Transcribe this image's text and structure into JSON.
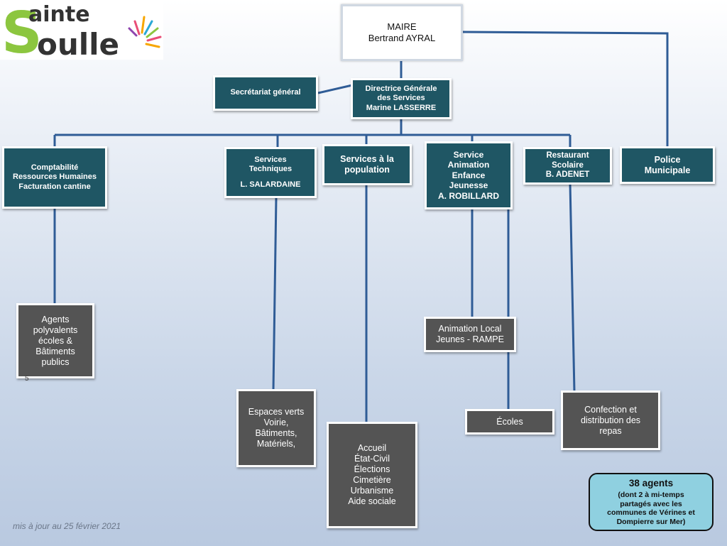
{
  "logo": {
    "prefix_letter": "S",
    "text_top": "ainte",
    "text_bottom": "oulle"
  },
  "maire": {
    "title": "MAIRE",
    "name": "Bertrand AYRAL"
  },
  "secretariat": {
    "label": "Secrétariat général"
  },
  "dgs": {
    "line1": "Directrice Générale",
    "line2": "des Services",
    "line3": "Marine LASSERRE"
  },
  "comptabilite": {
    "line1": "Comptabilité",
    "line2": "Ressources Humaines",
    "line3": "Facturation cantine"
  },
  "services_techniques": {
    "line1": "Services",
    "line2": "Techniques",
    "line3": "L. SALARDAINE"
  },
  "services_population": {
    "line1": "Services à la",
    "line2": "population"
  },
  "animation": {
    "line1": "Service",
    "line2": "Animation",
    "line3": "Enfance",
    "line4": "Jeunesse",
    "line5": "A. ROBILLARD"
  },
  "restaurant": {
    "line1": "Restaurant",
    "line2": "Scolaire",
    "line3": "B. ADENET"
  },
  "police": {
    "line1": "Police",
    "line2": "Municipale"
  },
  "agents_polyvalents": {
    "line1": "Agents",
    "line2": "polyvalents",
    "line3": "écoles &",
    "line4": "Bâtiments",
    "line5": "publics"
  },
  "espaces_verts": {
    "line1": "Espaces verts",
    "line2": "Voirie,",
    "line3": "Bâtiments,",
    "line4": "Matériels,"
  },
  "accueil": {
    "line1": "Accueil",
    "line2": "État-Civil",
    "line3": "Élections",
    "line4": "Cimetière",
    "line5": "Urbanisme",
    "line6": "Aide sociale"
  },
  "local_jeunes": {
    "line1": "Animation Local",
    "line2": "Jeunes - RAMPE"
  },
  "ecoles": {
    "label": "Écoles"
  },
  "confection": {
    "line1": "Confection et",
    "line2": "distribution des",
    "line3": "repas"
  },
  "summary": {
    "count": "38 agents",
    "line1": "(dont 2 à mi-temps",
    "line2": "partagés avec les",
    "line3": "communes de Vérines et",
    "line4": "Dompierre sur Mer)"
  },
  "footer": {
    "updated": "mis à jour au 25 février 2021"
  },
  "stray_mark": "5",
  "colors": {
    "teal": "#1f5664",
    "grey": "#545454",
    "connector": "#2f5c96",
    "summary_bg": "#8fd0e0"
  }
}
